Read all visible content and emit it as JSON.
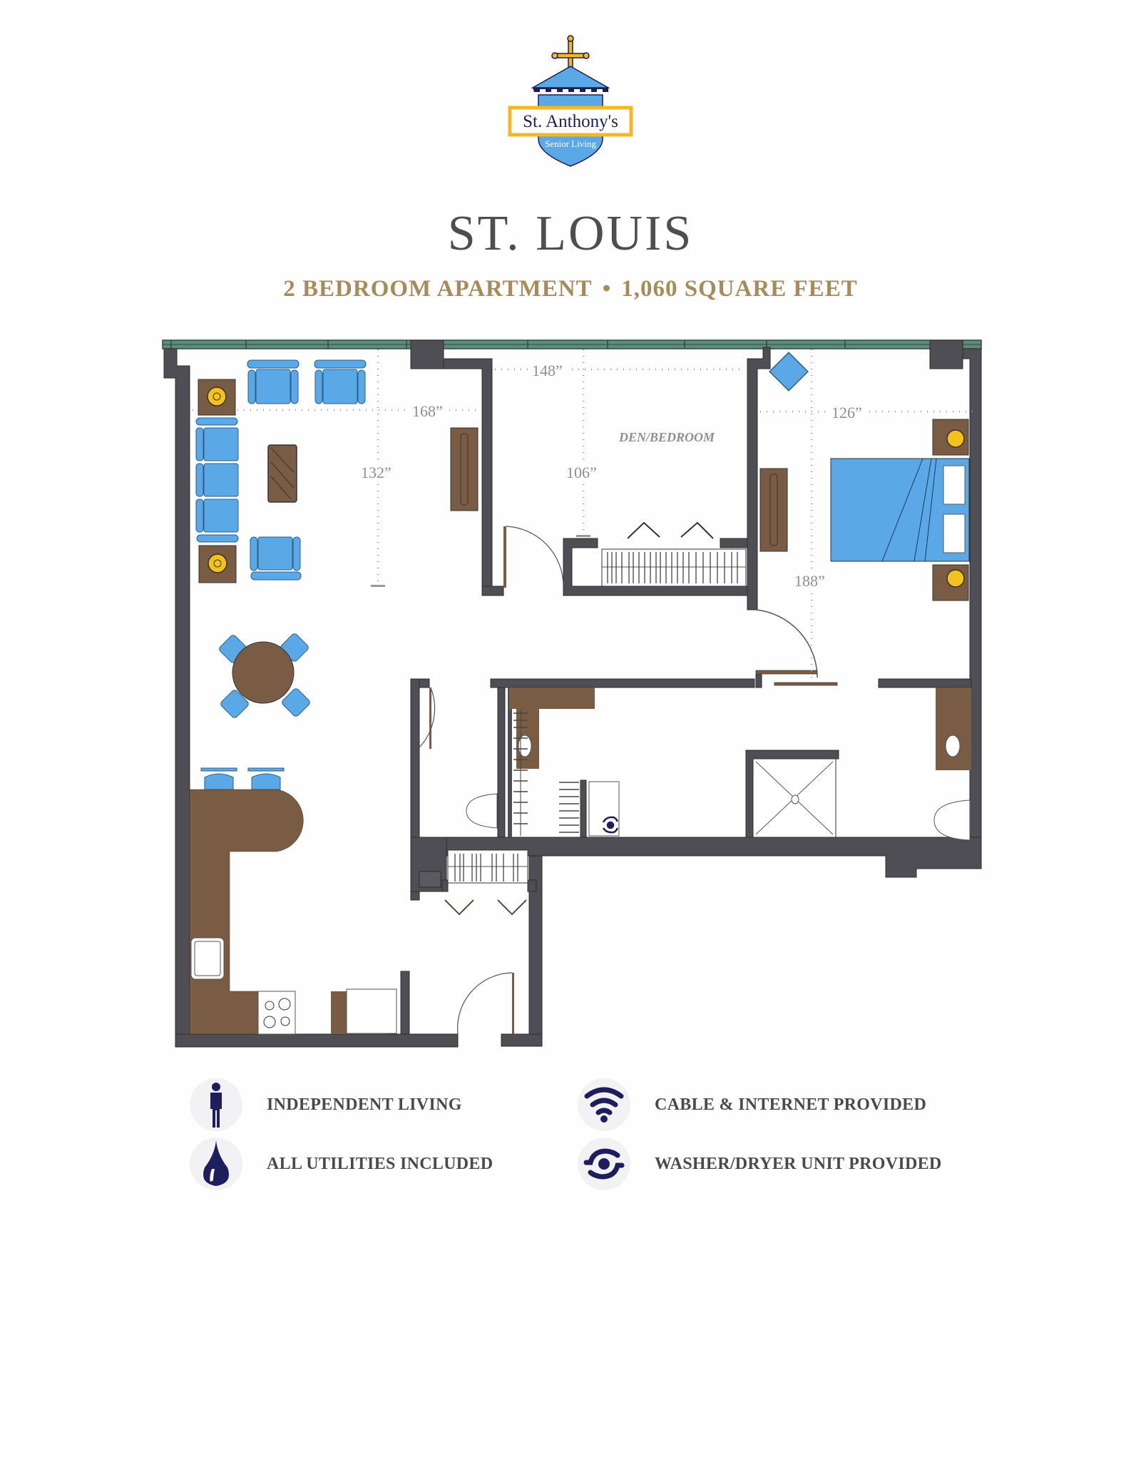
{
  "brand": {
    "name": "St. Anthony's",
    "tagline": "Senior Living",
    "colors": {
      "shield": "#5aa9e6",
      "banner_border": "#f3b824",
      "navy": "#1d1d5a",
      "cross": "#f3b824"
    }
  },
  "header": {
    "title": "ST. LOUIS",
    "unit_type": "2 BEDROOM APARTMENT",
    "separator": "•",
    "square_feet": "1,060 SQUARE FEET"
  },
  "floor_plan": {
    "rooms": {
      "den_label": "DEN/BEDROOM"
    },
    "dimensions": {
      "living_width": "168”",
      "living_depth": "132”",
      "den_width": "148”",
      "den_depth": "106”",
      "bedroom_width": "126”",
      "bedroom_depth": "188”"
    },
    "colors": {
      "wall": "#4e4e54",
      "window": "#5e8c7a",
      "furniture_blue": "#5aa9e6",
      "wood": "#7a5c44",
      "lamp": "#f3c31c"
    }
  },
  "features": [
    {
      "icon": "person-icon",
      "label": "INDEPENDENT LIVING"
    },
    {
      "icon": "wifi-icon",
      "label": "CABLE & INTERNET PROVIDED"
    },
    {
      "icon": "water-drop-icon",
      "label": "ALL UTILITIES INCLUDED"
    },
    {
      "icon": "washer-dryer-icon",
      "label": "WASHER/DRYER UNIT PROVIDED"
    }
  ],
  "colors": {
    "title": "#4a4f51",
    "subtitle": "#a68b5b",
    "feature_icon": "#1f1e5c",
    "feature_text": "#4a4a4d"
  }
}
